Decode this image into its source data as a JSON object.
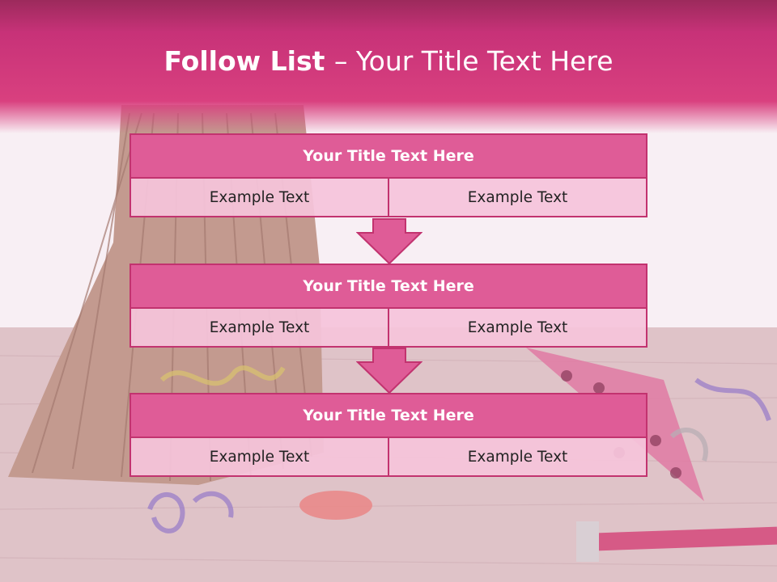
{
  "slide": {
    "title_bold": "Follow List ",
    "title_rest": " – Your Title Text Here"
  },
  "blocks": [
    {
      "title": "Your Title Text Here",
      "left": "Example Text",
      "right": "Example Text"
    },
    {
      "title": "Your Title Text Here",
      "left": "Example Text",
      "right": "Example Text"
    },
    {
      "title": "Your Title Text Here",
      "left": "Example Text",
      "right": "Example Text"
    }
  ],
  "colors": {
    "accent": "#d9407f",
    "block_title_fill": "#df5c97",
    "border": "#c2336f",
    "cell_fill": "#f5c4da"
  },
  "icons": [
    "down-arrow-icon",
    "down-arrow-icon"
  ]
}
